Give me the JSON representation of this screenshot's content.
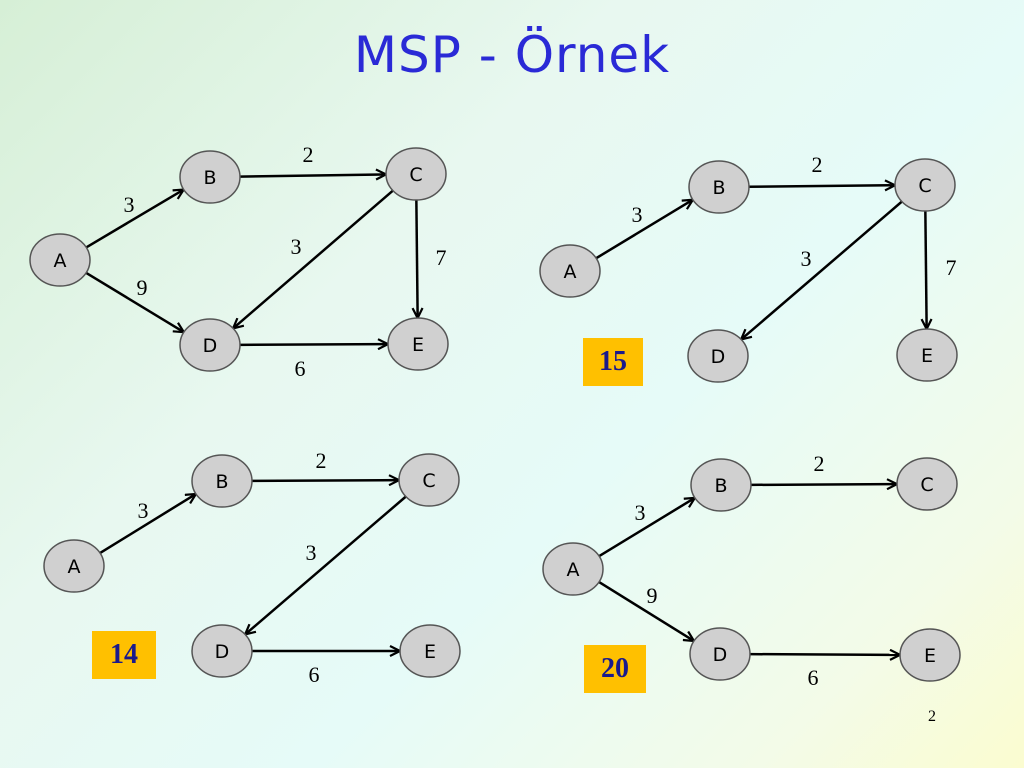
{
  "slide": {
    "title": "MSP - Örnek",
    "page_number": "2"
  },
  "graphs": [
    {
      "id": "g1",
      "nodes": [
        {
          "id": "A",
          "label": "A"
        },
        {
          "id": "B",
          "label": "B"
        },
        {
          "id": "C",
          "label": "C"
        },
        {
          "id": "D",
          "label": "D"
        },
        {
          "id": "E",
          "label": "E"
        }
      ],
      "edges": [
        {
          "from": "A",
          "to": "B",
          "weight": "3"
        },
        {
          "from": "A",
          "to": "D",
          "weight": "9"
        },
        {
          "from": "B",
          "to": "C",
          "weight": "2"
        },
        {
          "from": "C",
          "to": "D",
          "weight": "3"
        },
        {
          "from": "C",
          "to": "E",
          "weight": "7"
        },
        {
          "from": "D",
          "to": "E",
          "weight": "6"
        }
      ],
      "total": null
    },
    {
      "id": "g2",
      "nodes": [
        {
          "id": "A",
          "label": "A"
        },
        {
          "id": "B",
          "label": "B"
        },
        {
          "id": "C",
          "label": "C"
        },
        {
          "id": "D",
          "label": "D"
        },
        {
          "id": "E",
          "label": "E"
        }
      ],
      "edges": [
        {
          "from": "A",
          "to": "B",
          "weight": "3"
        },
        {
          "from": "B",
          "to": "C",
          "weight": "2"
        },
        {
          "from": "C",
          "to": "D",
          "weight": "3"
        },
        {
          "from": "C",
          "to": "E",
          "weight": "7"
        }
      ],
      "total": "15"
    },
    {
      "id": "g3",
      "nodes": [
        {
          "id": "A",
          "label": "A"
        },
        {
          "id": "B",
          "label": "B"
        },
        {
          "id": "C",
          "label": "C"
        },
        {
          "id": "D",
          "label": "D"
        },
        {
          "id": "E",
          "label": "E"
        }
      ],
      "edges": [
        {
          "from": "A",
          "to": "B",
          "weight": "3"
        },
        {
          "from": "B",
          "to": "C",
          "weight": "2"
        },
        {
          "from": "C",
          "to": "D",
          "weight": "3"
        },
        {
          "from": "D",
          "to": "E",
          "weight": "6"
        }
      ],
      "total": "14"
    },
    {
      "id": "g4",
      "nodes": [
        {
          "id": "A",
          "label": "A"
        },
        {
          "id": "B",
          "label": "B"
        },
        {
          "id": "C",
          "label": "C"
        },
        {
          "id": "D",
          "label": "D"
        },
        {
          "id": "E",
          "label": "E"
        }
      ],
      "edges": [
        {
          "from": "A",
          "to": "B",
          "weight": "3"
        },
        {
          "from": "A",
          "to": "D",
          "weight": "9"
        },
        {
          "from": "B",
          "to": "C",
          "weight": "2"
        },
        {
          "from": "D",
          "to": "E",
          "weight": "6"
        }
      ],
      "total": "20"
    }
  ],
  "colors": {
    "title": "#2a2ad6",
    "node_fill": "#d0d0d0",
    "total_box": "#ffc000",
    "total_text": "#1a1a8c"
  }
}
